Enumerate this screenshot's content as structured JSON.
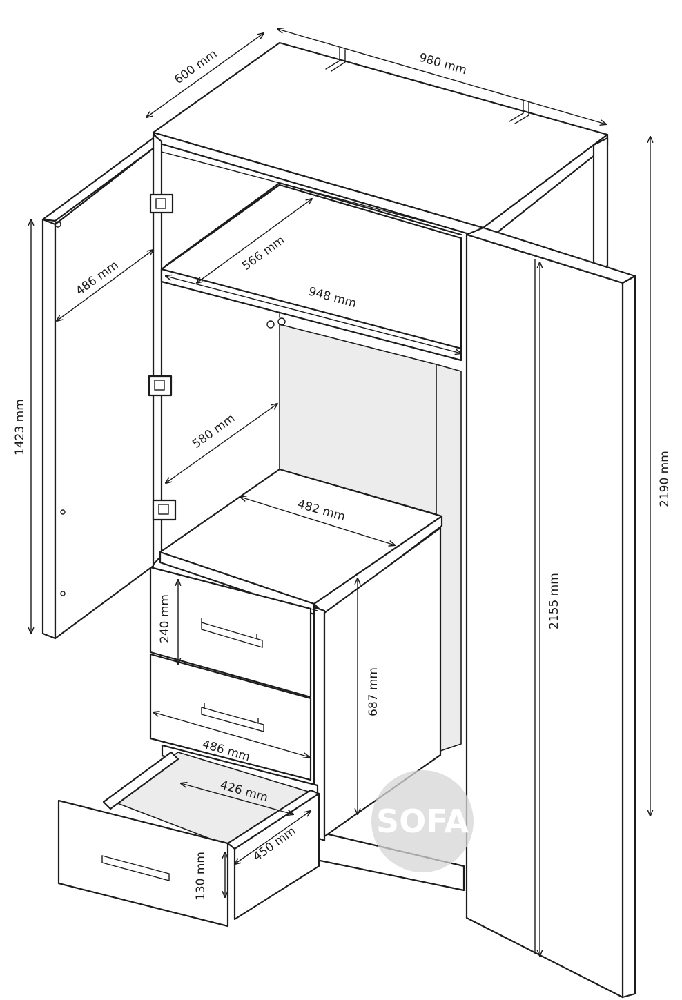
{
  "dimensions": {
    "depth": "600 mm",
    "width": "980 mm",
    "height_total": "2190 mm",
    "door_height": "1423 mm",
    "door_inner_width": "486 mm",
    "shelf_depth": "566 mm",
    "inner_width": "948 mm",
    "hanging_depth": "580 mm",
    "drawer_unit_top_width": "482 mm",
    "door_long_height": "2155 mm",
    "drawer_front_height": "240 mm",
    "drawer_unit_height": "687 mm",
    "drawer_front_width": "486 mm",
    "drawer_inner_width": "426 mm",
    "drawer_inner_depth": "450 mm",
    "drawer_inner_height": "130 mm"
  },
  "watermark": {
    "text": "SOFA"
  },
  "colors": {
    "line": "#1c1c1c",
    "shade": "#ececec",
    "watermark": "#d6d6d6"
  }
}
